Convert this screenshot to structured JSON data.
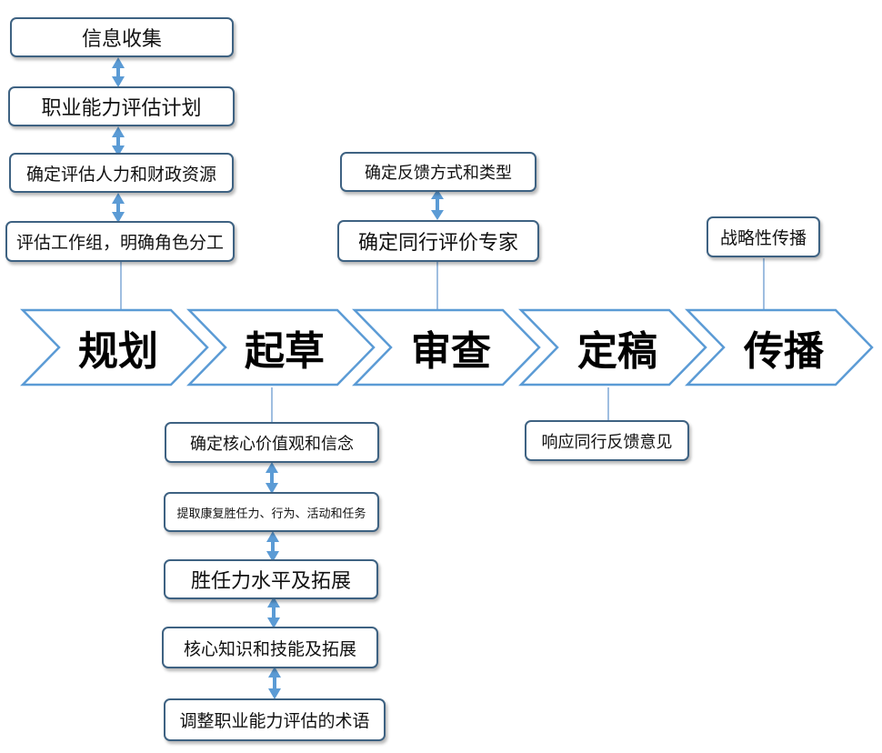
{
  "stages": [
    "规划",
    "起草",
    "审查",
    "定稿",
    "传播"
  ],
  "planning_boxes": [
    "信息收集",
    "职业能力评估计划",
    "确定评估人力和财政资源",
    "评估工作组，明确角色分工"
  ],
  "drafting_boxes": [
    "确定核心价值观和信念",
    "提取康复胜任力、行为、活动和任务",
    "胜任力水平及拓展",
    "核心知识和技能及拓展",
    "调整职业能力评估的术语"
  ],
  "review_boxes": [
    "确定反馈方式和类型",
    "确定同行评价专家"
  ],
  "finalize_boxes": [
    "响应同行反馈意见"
  ],
  "disseminate_boxes": [
    "战略性传播"
  ],
  "colors": {
    "chevron_stroke": "#5b9bd5",
    "box_border": "#3e6282",
    "arrow_fill": "#5b9bd5",
    "connector": "#7fa9d6"
  }
}
